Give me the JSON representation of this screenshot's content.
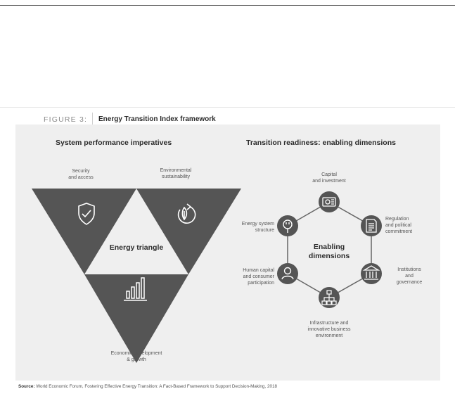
{
  "figure": {
    "label": "FIGURE 3:",
    "title": "Energy Transition Index framework"
  },
  "left_panel": {
    "title": "System performance imperatives",
    "center_label": "Energy triangle",
    "items": [
      {
        "line1": "Security",
        "line2": "and access",
        "icon": "shield-check-icon"
      },
      {
        "line1": "Environmental",
        "line2": "sustainability",
        "icon": "leaf-recycle-icon"
      },
      {
        "line1": "Economic development",
        "line2": "& growth",
        "icon": "bar-chart-growth-icon"
      }
    ]
  },
  "right_panel": {
    "title": "Transition readiness: enabling dimensions",
    "center_line1": "Enabling",
    "center_line2": "dimensions",
    "nodes": [
      {
        "line1": "Capital",
        "line2": "and investment",
        "line3": "",
        "icon": "money-icon"
      },
      {
        "line1": "Regulation",
        "line2": "and political",
        "line3": "commitment",
        "icon": "document-icon"
      },
      {
        "line1": "Institutions",
        "line2": "and",
        "line3": "governance",
        "icon": "institution-icon"
      },
      {
        "line1": "Infrastructure and",
        "line2": "innovative business",
        "line3": "environment",
        "icon": "network-icon"
      },
      {
        "line1": "Human capital",
        "line2": "and consumer",
        "line3": "participation",
        "icon": "person-icon"
      },
      {
        "line1": "Energy system",
        "line2": "structure",
        "line3": "",
        "icon": "plug-icon"
      }
    ]
  },
  "source": {
    "prefix": "Source:",
    "text": " World Economic Forum, Fostering Effective Energy Transition: A Fact-Based Framework to Support Decision-Making, 2018"
  },
  "colors": {
    "triangle": "#555555",
    "hex_line": "#666666",
    "node": "#555555",
    "panel_bg": "#efefef"
  }
}
